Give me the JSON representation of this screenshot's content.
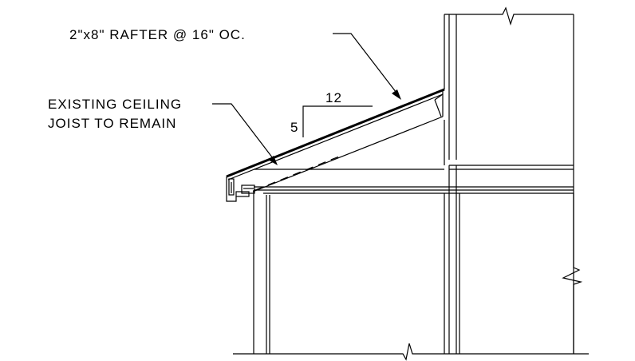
{
  "labels": {
    "rafter": "2\"x8\" RAFTER @ 16\" OC.",
    "ceiling_line1": "EXISTING CEILING",
    "ceiling_line2": "JOIST TO REMAIN",
    "slope_run": "12",
    "slope_rise": "5"
  },
  "colors": {
    "line": "#000000",
    "background": "#ffffff"
  }
}
